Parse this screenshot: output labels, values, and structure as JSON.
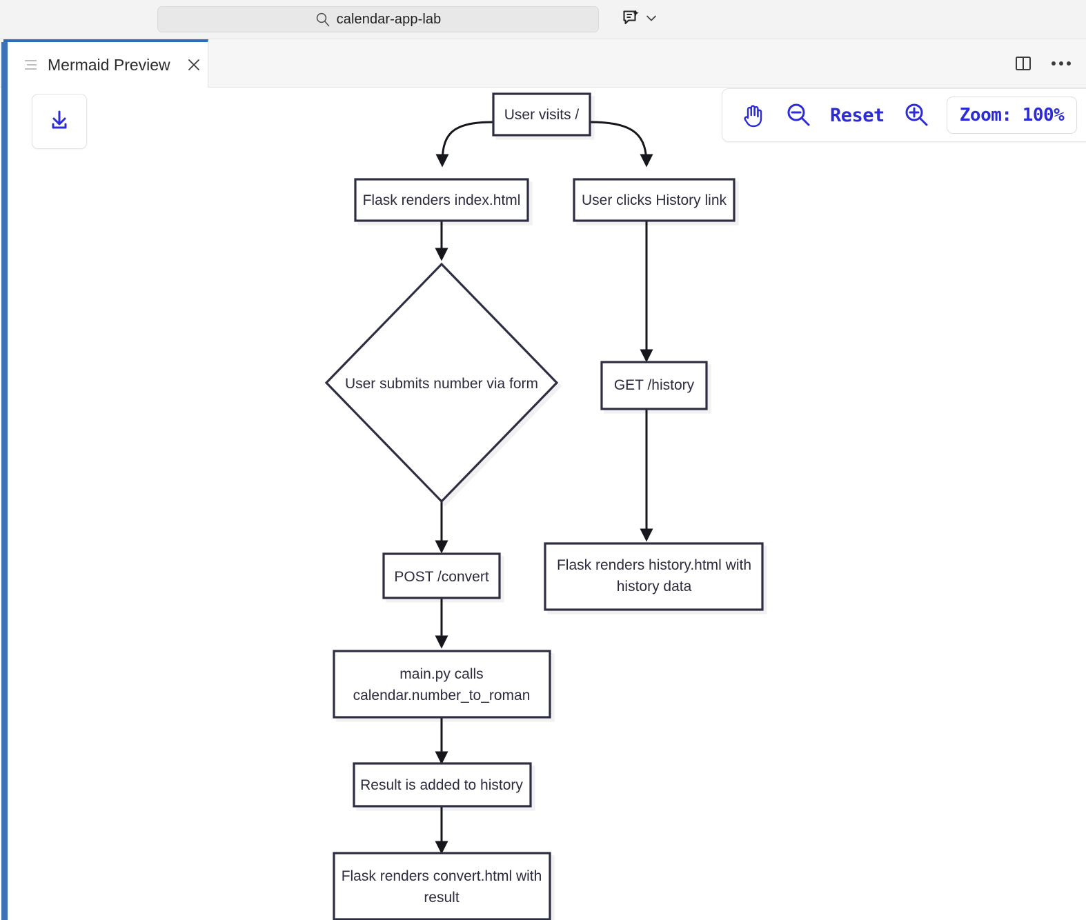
{
  "titlebar": {
    "search": {
      "value": "calendar-app-lab",
      "icon": "search-icon"
    },
    "copilot": {
      "icon": "copilot-chat-icon",
      "chevron": "chevron-down-icon"
    }
  },
  "tabbar": {
    "tab": {
      "label": "Mermaid Preview",
      "icon": "preview-lines-icon",
      "close": "close-icon"
    },
    "actions": {
      "split": "split-editor-icon",
      "more": "more-actions-icon"
    }
  },
  "canvas": {
    "download": {
      "icon": "download-icon",
      "title": "Download"
    },
    "zoom_toolbar": {
      "pan": "hand-pan-icon",
      "zoom_out": "zoom-out-icon",
      "reset_label": "Reset",
      "zoom_in": "zoom-in-icon",
      "zoom_level": "Zoom: 100%"
    }
  },
  "colors": {
    "accent_blue": "#2b2bd8",
    "tab_active_border": "#2c6bc0",
    "rail_blue": "#3b72b8",
    "node_stroke": "#2e2e42",
    "node_fill": "#ffffff",
    "edge_stroke": "#16161d"
  },
  "chart_data": {
    "type": "diagram",
    "diagram_kind": "mermaid-flowchart",
    "direction": "TD",
    "title": "Mermaid Preview",
    "nodes": [
      {
        "id": "n1",
        "label": "User visits /",
        "shape": "rect"
      },
      {
        "id": "n2",
        "label": "Flask renders index.html",
        "shape": "rect"
      },
      {
        "id": "n3",
        "label": "User clicks History link",
        "shape": "rect"
      },
      {
        "id": "n4",
        "label": "User submits number via form",
        "shape": "diamond"
      },
      {
        "id": "n5",
        "label": "GET /history",
        "shape": "rect"
      },
      {
        "id": "n6",
        "label": "POST /convert",
        "shape": "rect"
      },
      {
        "id": "n7",
        "label": "Flask renders history.html with history data",
        "shape": "rect",
        "line1": "Flask renders history.html with",
        "line2": "history data"
      },
      {
        "id": "n8",
        "label": "main.py calls calendar.number_to_roman",
        "shape": "rect",
        "line1": "main.py calls",
        "line2": "calendar.number_to_roman"
      },
      {
        "id": "n9",
        "label": "Result is added to history",
        "shape": "rect"
      },
      {
        "id": "n10",
        "label": "Flask renders convert.html with result",
        "shape": "rect",
        "line1": "Flask renders convert.html with",
        "line2": "result"
      }
    ],
    "edges": [
      {
        "from": "n1",
        "to": "n2"
      },
      {
        "from": "n1",
        "to": "n3"
      },
      {
        "from": "n2",
        "to": "n4"
      },
      {
        "from": "n3",
        "to": "n5"
      },
      {
        "from": "n4",
        "to": "n6"
      },
      {
        "from": "n5",
        "to": "n7"
      },
      {
        "from": "n6",
        "to": "n8"
      },
      {
        "from": "n8",
        "to": "n9"
      },
      {
        "from": "n9",
        "to": "n10"
      }
    ]
  }
}
